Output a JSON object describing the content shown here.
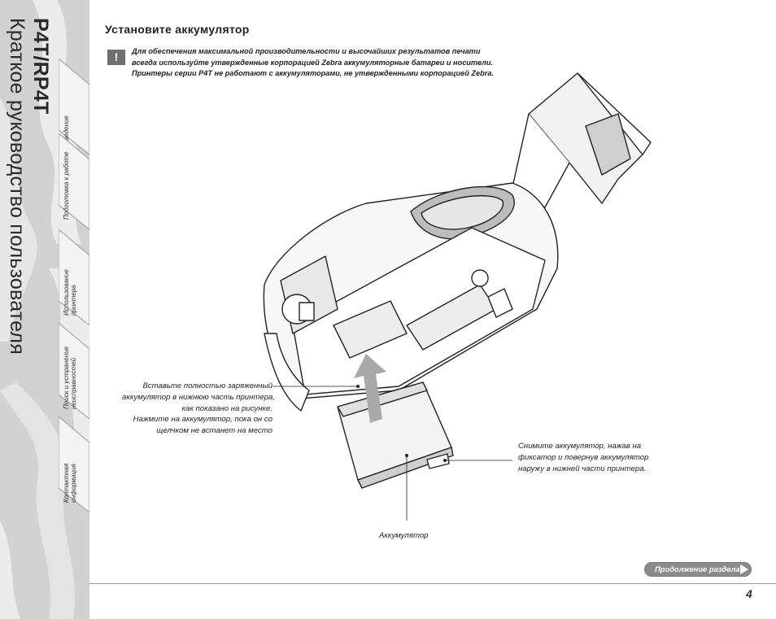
{
  "document": {
    "model": "P4T/RP4T",
    "title": "Краткое руководство пользователя"
  },
  "sidebar": {
    "tabs": [
      {
        "label": "Введение"
      },
      {
        "label": "Подготовка к работе"
      },
      {
        "label_1": "Использование",
        "label_2": "принтера"
      },
      {
        "label_1": "Поиск и устранение",
        "label_2": "неисправностей"
      },
      {
        "label_1": "Контактная",
        "label_2": "информация"
      }
    ]
  },
  "section": {
    "heading": "Установите аккумулятор",
    "warning_icon": "exclamation-icon",
    "notice_lines": [
      "Для обеспечения максимальной производительности и высочайших результатов печати",
      "всегда используйте утвержденные корпорацией Zebra аккумуляторные батареи и носители.",
      "Принтеры серии P4T не работают с аккумуляторами, не утвержденными корпорацией Zebra."
    ]
  },
  "callouts": {
    "insert": [
      "Вставьте полностью заряженный",
      "аккумулятор в нижнюю часть принтера,",
      "как показано на рисунке.",
      "Нажмите на аккумулятор, пока он со",
      "щелчком не встанет на место"
    ],
    "remove": [
      "Снимите аккумулятор, нажав на",
      "фиксатор и повернув аккумулятор",
      "наружу в нижней части принтера."
    ],
    "battery": "Аккумулятор"
  },
  "footer": {
    "continue_label": "Продолжение раздела",
    "page_number": "4"
  },
  "colors": {
    "sidebar_bg": "#d2d2d2",
    "zebra_stripes": "#ececec",
    "warning_icon_bg": "#6f6f6f",
    "button_bg": "#8a8a8a"
  }
}
